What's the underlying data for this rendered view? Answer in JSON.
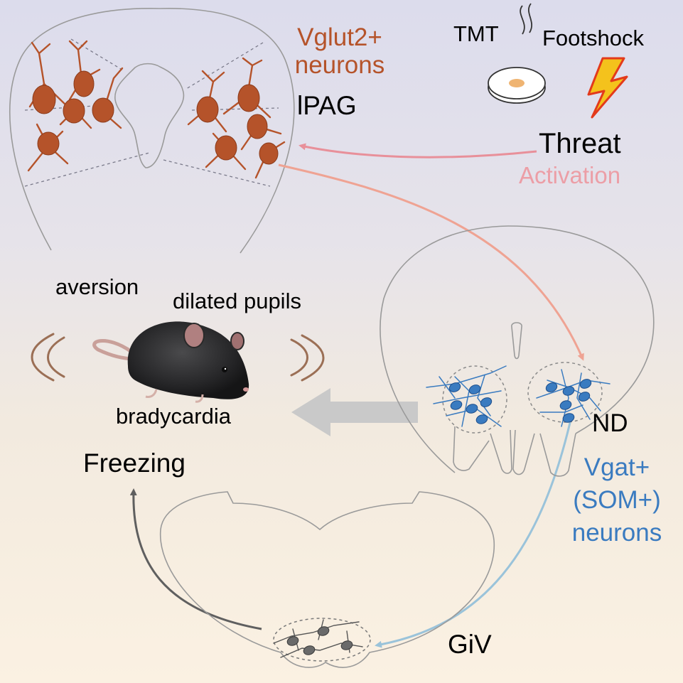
{
  "labels": {
    "vglut2_line1": "Vglut2+",
    "vglut2_line2": "neurons",
    "lpag": "lPAG",
    "tmt": "TMT",
    "footshock": "Footshock",
    "threat": "Threat",
    "activation": "Activation",
    "aversion": "aversion",
    "dilated_pupils": "dilated pupils",
    "bradycardia": "bradycardia",
    "nd": "ND",
    "freezing": "Freezing",
    "vgat_line1": "Vgat+",
    "vgat_line2": "(SOM+)",
    "vgat_line3": "neurons",
    "giv": "GiV"
  },
  "colors": {
    "vglut2": "#b5532a",
    "vgat": "#3a7bc0",
    "activation_arrow": "#e8909a",
    "pag_to_nd_arrow": "#efa393",
    "nd_to_giv_arrow": "#9ac3da",
    "giv_to_freezing_arrow": "#5f5f5f",
    "behavior_arrow": "#c9c9c9",
    "shock": "#f4c21c",
    "outline": "#9a9a9a"
  }
}
